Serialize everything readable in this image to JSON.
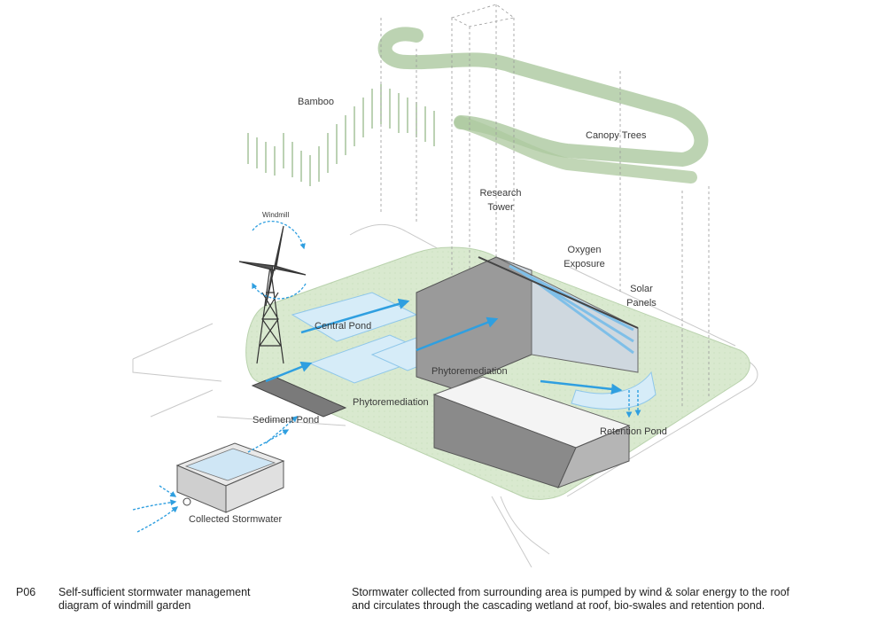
{
  "labels": {
    "bamboo": "Bamboo",
    "canopy_trees": "Canopy Trees",
    "research_tower_1": "Research",
    "research_tower_2": "Tower",
    "windmill": "Windmill",
    "oxygen_exposure_1": "Oxygen",
    "oxygen_exposure_2": "Exposure",
    "solar_panels_1": "Solar",
    "solar_panels_2": "Panels",
    "central_pond": "Central Pond",
    "phytoremediation_upper": "Phytoremediation",
    "phytoremediation_lower": "Phytoremediation",
    "sediment_pond": "Sediment Pond",
    "retention_pond": "Retention Pond",
    "collected_stormwater": "Collected Stormwater"
  },
  "caption": {
    "code": "P06",
    "title_line1": "Self-sufficient stormwater management",
    "title_line2": "diagram of windmill garden",
    "desc_line1": "Stormwater collected from surrounding area is pumped by wind & solar energy to the roof",
    "desc_line2": "and circulates through the cascading wetland at roof, bio-swales and retention pond."
  },
  "colors": {
    "water_blue": "#2f9fe0",
    "pond_light": "#d6ecf8",
    "green_lawn": "#dcebd3",
    "tree_green": "#a8c59a",
    "building_grey": "#8a8a8a"
  }
}
